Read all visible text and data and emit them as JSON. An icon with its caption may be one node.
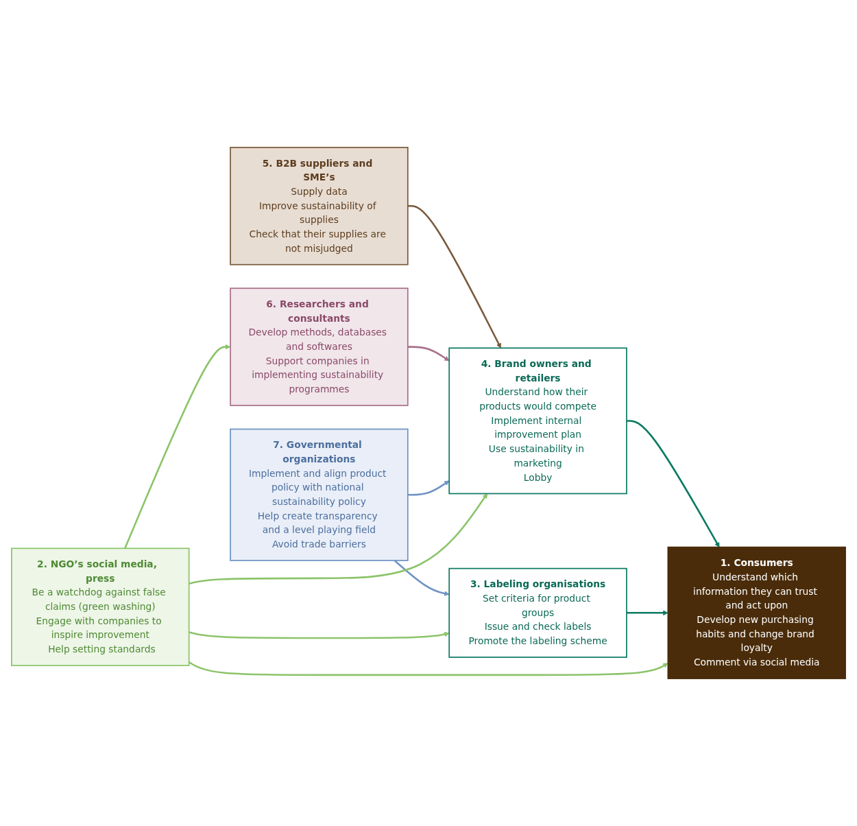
{
  "diagram": {
    "nodes": [
      {
        "text": [
          "5. B2B suppliers and SME’s",
          "Supply data",
          "Improve sustainability of supplies",
          "Check that their supplies are not misjudged"
        ]
      },
      {
        "text": [
          "7. Governmental organizations",
          "Implement and align product policy with national sustainability policy",
          "Help create transparency and a level playing field",
          "Avoid trade barriers"
        ]
      },
      {
        "text": [
          "6. Researchers and consultants",
          "Develop methods, databases and softwares",
          "Support companies in implementing sustainability programmes"
        ]
      },
      {
        "text": [
          "4. Brand owners and retailers",
          "Understand how their products would compete",
          "Implement internal improvement plan",
          "Use sustainability in marketing",
          "Lobby"
        ]
      },
      {
        "text": [
          "1. Consumers",
          "Understand which information they can trust and act upon",
          "Develop new purchasing habits and change brand loyalty",
          "Comment via social media"
        ]
      },
      {
        "text": [
          "3. Labeling organisations",
          "Set criteria for product groups",
          "Issue and check labels",
          "Promote the labeling scheme"
        ]
      },
      {
        "text": [
          "2. NGO’s social media,  press",
          "Be a watchdog against false claims (green washing)",
          "Engage with companies to inspire improvement",
          " Help setting standards"
        ]
      }
    ],
    "edges": [
      {
        "from": 0,
        "to": 3,
        "arrow": "to",
        "color": "#7a5a3c"
      },
      {
        "from": 2,
        "to": 3,
        "arrow": "to",
        "color": "#a8708a"
      },
      {
        "from": 1,
        "to": 3,
        "arrow": "to",
        "color": "#6f93c4"
      },
      {
        "from": 1,
        "to": 5,
        "arrow": "to",
        "color": "#6f93c4"
      },
      {
        "from": 3,
        "to": 4,
        "arrow": "to",
        "color": "#0b7a63"
      },
      {
        "from": 5,
        "to": 4,
        "arrow": "to",
        "color": "#0b7a63"
      },
      {
        "from": 6,
        "to": 3,
        "arrow": "to"
      },
      {
        "from": 6,
        "to": 5,
        "arrow": "to"
      },
      {
        "from": 6,
        "to": 2,
        "arrow": "to"
      },
      {
        "from": 6,
        "to": 4,
        "arrow": "to"
      }
    ]
  }
}
